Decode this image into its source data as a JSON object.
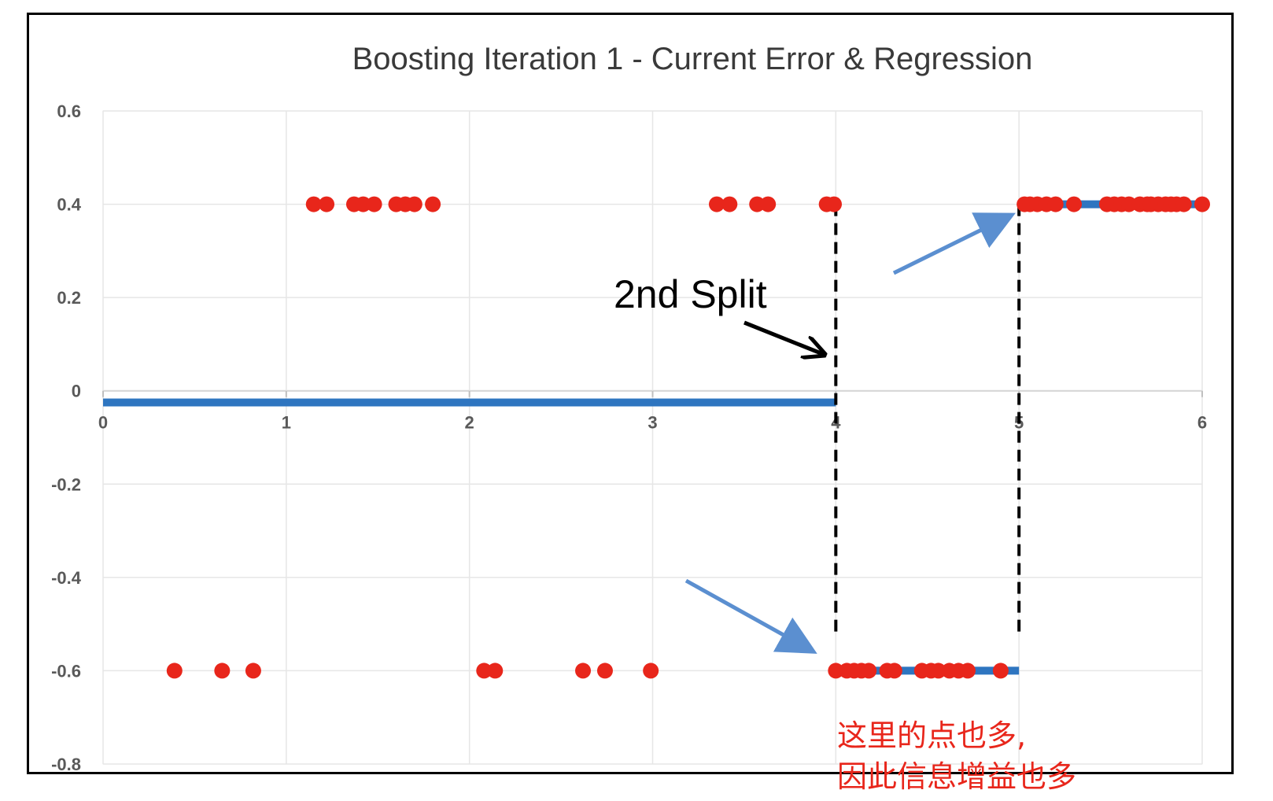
{
  "chart_data": {
    "type": "scatter",
    "title": "Boosting Iteration 1 - Current Error & Regression",
    "xlabel": "",
    "ylabel": "",
    "xlim": [
      0,
      6
    ],
    "ylim": [
      -0.8,
      0.6
    ],
    "x_ticks": [
      "0",
      "1",
      "2",
      "3",
      "4",
      "5",
      "6"
    ],
    "y_ticks": [
      "0.6",
      "0.4",
      "0.2",
      "0",
      "-0.2",
      "-0.4",
      "-0.6",
      "-0.8"
    ],
    "grid": true,
    "legend": "none",
    "points": {
      "color": "#e8261b",
      "upper_y": 0.4,
      "upper_x": [
        1.15,
        1.22,
        1.37,
        1.42,
        1.48,
        1.6,
        1.65,
        1.7,
        1.8,
        3.35,
        3.42,
        3.57,
        3.63,
        3.95,
        3.99,
        5.03,
        5.06,
        5.1,
        5.15,
        5.2,
        5.3,
        5.48,
        5.52,
        5.56,
        5.6,
        5.66,
        5.7,
        5.72,
        5.76,
        5.8,
        5.83,
        5.86,
        5.9,
        6.0
      ],
      "lower_y": -0.6,
      "lower_x": [
        0.39,
        0.65,
        0.82,
        2.08,
        2.14,
        2.62,
        2.74,
        2.99,
        4.0,
        4.06,
        4.1,
        4.14,
        4.18,
        4.28,
        4.32,
        4.47,
        4.52,
        4.56,
        4.62,
        4.67,
        4.72,
        4.9
      ]
    },
    "regression": {
      "color": "#2e75c0",
      "segments": [
        {
          "x": [
            0,
            4
          ],
          "y": -0.025
        },
        {
          "x": [
            4,
            5
          ],
          "y": -0.6
        },
        {
          "x": [
            5,
            6
          ],
          "y": 0.4
        }
      ]
    },
    "split_lines": [
      {
        "x": 4.0,
        "y_range": [
          -0.52,
          0.4
        ]
      },
      {
        "x": 5.0,
        "y_range": [
          -0.53,
          0.4
        ]
      }
    ],
    "annotations": {
      "split_label": "2nd Split",
      "note_line1": "这里的点也多,",
      "note_line2": "因此信息增益也多"
    }
  }
}
